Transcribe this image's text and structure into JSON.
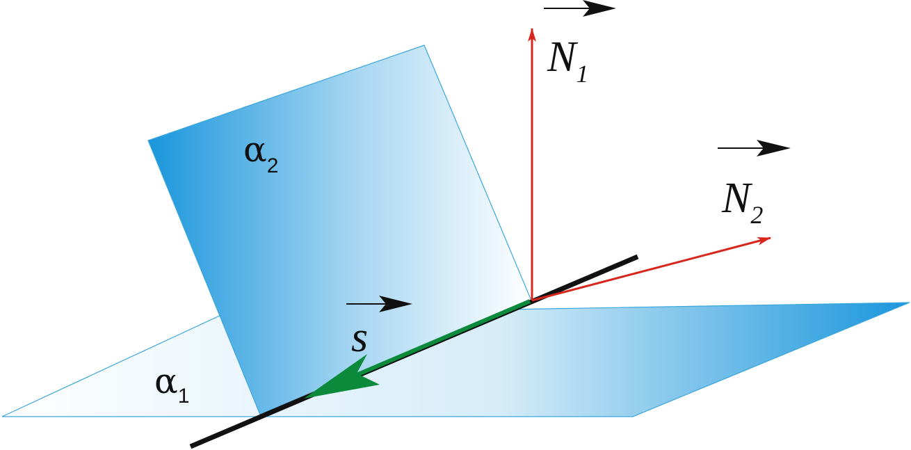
{
  "labels": {
    "alpha1": {
      "letter": "α",
      "sub": "1"
    },
    "alpha2": {
      "letter": "α",
      "sub": "2"
    },
    "n1": {
      "letter": "N",
      "sub": "1"
    },
    "n2": {
      "letter": "N",
      "sub": "2"
    },
    "s": {
      "letter": "s"
    }
  },
  "colors": {
    "plane_dark": "#1a96dc",
    "plane_light": "#ffffff",
    "plane_edge": "#3aa6dc",
    "normal_vectors": "#d8261c",
    "direction_vector": "#0a8a3a",
    "line": "#111111",
    "vector_marks": "#111111"
  }
}
